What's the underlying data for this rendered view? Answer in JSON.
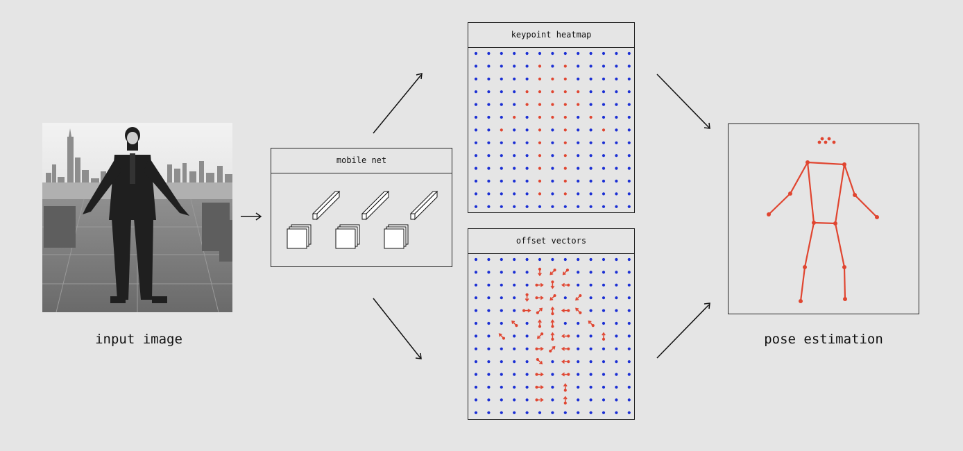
{
  "input_image": {
    "caption": "input image"
  },
  "mobile_net": {
    "title": "mobile net"
  },
  "keypoint_heatmap": {
    "title": "keypoint heatmap",
    "grid": {
      "cols": 13,
      "rows": 13
    },
    "active_cells": [
      [
        5,
        1
      ],
      [
        7,
        1
      ],
      [
        5,
        2
      ],
      [
        6,
        2
      ],
      [
        7,
        2
      ],
      [
        4,
        3
      ],
      [
        5,
        3
      ],
      [
        6,
        3
      ],
      [
        7,
        3
      ],
      [
        8,
        3
      ],
      [
        4,
        4
      ],
      [
        5,
        4
      ],
      [
        6,
        4
      ],
      [
        7,
        4
      ],
      [
        8,
        4
      ],
      [
        3,
        5
      ],
      [
        5,
        5
      ],
      [
        6,
        5
      ],
      [
        7,
        5
      ],
      [
        9,
        5
      ],
      [
        2,
        6
      ],
      [
        5,
        6
      ],
      [
        7,
        6
      ],
      [
        10,
        6
      ],
      [
        5,
        7
      ],
      [
        7,
        7
      ],
      [
        5,
        8
      ],
      [
        7,
        8
      ],
      [
        5,
        9
      ],
      [
        7,
        9
      ],
      [
        5,
        10
      ],
      [
        7,
        10
      ],
      [
        5,
        11
      ],
      [
        7,
        11
      ]
    ]
  },
  "offset_vectors": {
    "title": "offset vectors",
    "grid": {
      "cols": 13,
      "rows": 13
    },
    "arrows": [
      [
        5,
        1,
        "down"
      ],
      [
        6,
        1,
        "down-left"
      ],
      [
        7,
        1,
        "down-left"
      ],
      [
        5,
        2,
        "right"
      ],
      [
        6,
        2,
        "down"
      ],
      [
        7,
        2,
        "left"
      ],
      [
        4,
        3,
        "down"
      ],
      [
        5,
        3,
        "right"
      ],
      [
        6,
        3,
        "down-left"
      ],
      [
        8,
        3,
        "down-left"
      ],
      [
        4,
        4,
        "right"
      ],
      [
        5,
        4,
        "up-right"
      ],
      [
        6,
        4,
        "up"
      ],
      [
        7,
        4,
        "left"
      ],
      [
        8,
        4,
        "up-left"
      ],
      [
        3,
        5,
        "up-left"
      ],
      [
        5,
        5,
        "up"
      ],
      [
        6,
        5,
        "up"
      ],
      [
        9,
        5,
        "up-left"
      ],
      [
        2,
        6,
        "up-left"
      ],
      [
        5,
        6,
        "down-left"
      ],
      [
        6,
        6,
        "up"
      ],
      [
        7,
        6,
        "left"
      ],
      [
        10,
        6,
        "up"
      ],
      [
        5,
        7,
        "right"
      ],
      [
        6,
        7,
        "up-right"
      ],
      [
        7,
        7,
        "left"
      ],
      [
        5,
        8,
        "down-right"
      ],
      [
        7,
        8,
        "left"
      ],
      [
        5,
        9,
        "right"
      ],
      [
        7,
        9,
        "left"
      ],
      [
        5,
        10,
        "right"
      ],
      [
        7,
        10,
        "up"
      ],
      [
        5,
        11,
        "right"
      ],
      [
        7,
        11,
        "up"
      ]
    ]
  },
  "pose_estimation": {
    "caption": "pose estimation"
  },
  "colors": {
    "blue": "#1a2ed4",
    "red": "#e04530",
    "line": "#111111"
  }
}
